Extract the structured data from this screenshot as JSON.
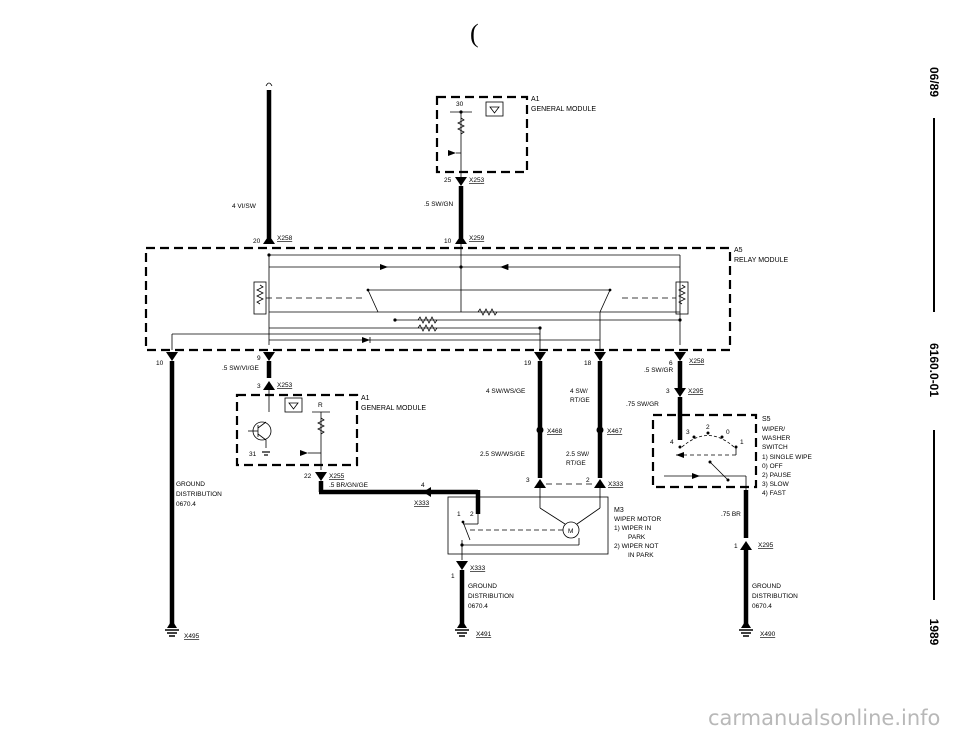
{
  "header": {
    "paren": "("
  },
  "side": {
    "date": "06/89",
    "code": "6160.0-01",
    "year": "1989"
  },
  "watermark": "carmanualsonline.info",
  "a1_top": {
    "name": "A1",
    "title": "GENERAL MODULE",
    "pin": "30",
    "pin_out": "25",
    "connector": "X253",
    "wire": ".5 SW/GN"
  },
  "left_feed": {
    "wire": "4 VI/SW",
    "pin": "20",
    "connector": "X258"
  },
  "mid_feed": {
    "pin": "10",
    "connector": "X259"
  },
  "a5": {
    "name": "A5",
    "title": "RELAY MODULE"
  },
  "relay_pins": {
    "p10": "10",
    "p9": "9",
    "p9_wire": ".5 SW/VI/GE",
    "p19": "19",
    "p18": "18",
    "p6": "6",
    "p6_wire": ".5 SW/GR",
    "p6_connector": "X258"
  },
  "a1_lower": {
    "name": "A1",
    "title": "GENERAL MODULE",
    "pin_in": "3",
    "connector": "X253",
    "r_label": "R",
    "pin31": "31",
    "pin22": "22",
    "connector2": "X255",
    "wire2": ".5 BR/GN/GE",
    "pin4": "4",
    "conn_x333": "X333"
  },
  "mid_wires": {
    "w1": "4 SW/WS/GE",
    "w2a": "4 SW/",
    "w2b": "RT/GE",
    "x468": "X468",
    "x467": "X467",
    "w3": "2.5 SW/WS/GE",
    "w4a": "2.5 SW/",
    "w4b": "RT/GE",
    "p3": "3",
    "p2": "2",
    "x333": "X333"
  },
  "m3": {
    "name": "M3",
    "title": "WIPER MOTOR",
    "items": [
      "1)  WIPER IN",
      "PARK",
      "2)  WIPER NOT",
      "IN PARK"
    ],
    "pin1": "1",
    "pin2": "2",
    "motor": "M"
  },
  "right_wires": {
    "pin3": "3",
    "x295": "X295",
    "wire": ".75 SW/GR"
  },
  "s5": {
    "name": "S5",
    "title1": "WIPER/",
    "title2": "WASHER",
    "title3": "SWITCH",
    "modes": [
      "1)  SINGLE WIPE",
      "0)  OFF",
      "2)  PAUSE",
      "3)  SLOW",
      "4)  FAST"
    ],
    "pos": [
      "2",
      "3",
      "0",
      "4",
      "1"
    ],
    "wire_out": ".75 BR",
    "pin1": "1",
    "x295": "X295"
  },
  "grounds": {
    "left": {
      "lines": [
        "GROUND",
        "DISTRIBUTION",
        "0670.4"
      ],
      "connector": "X495"
    },
    "middle": {
      "pin": "1",
      "connector_top": "X333",
      "lines": [
        "GROUND",
        "DISTRIBUTION",
        "0670.4"
      ],
      "connector": "X491"
    },
    "right": {
      "lines": [
        "GROUND",
        "DISTRIBUTION",
        "0670.4"
      ],
      "connector": "X490"
    }
  }
}
